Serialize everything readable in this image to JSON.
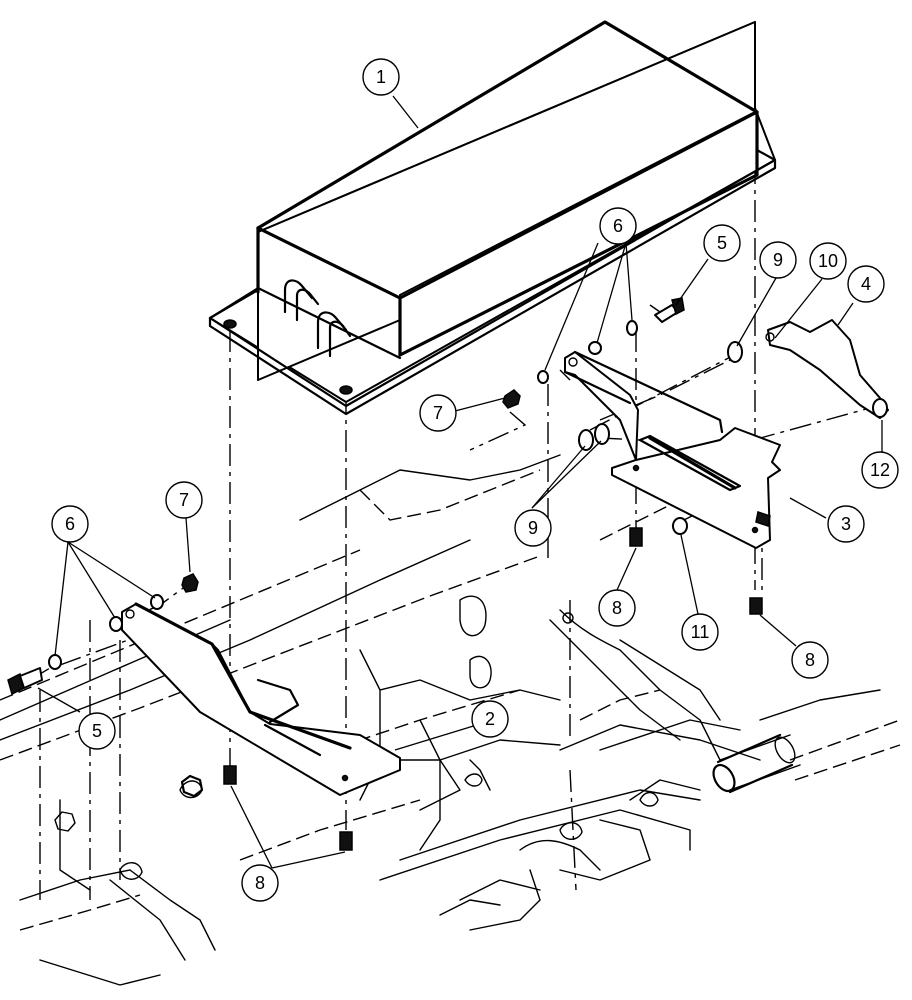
{
  "callouts": [
    {
      "id": "c1",
      "label": "1"
    },
    {
      "id": "c2",
      "label": "2"
    },
    {
      "id": "c3",
      "label": "3"
    },
    {
      "id": "c4",
      "label": "4"
    },
    {
      "id": "c5a",
      "label": "5"
    },
    {
      "id": "c5b",
      "label": "5"
    },
    {
      "id": "c6a",
      "label": "6"
    },
    {
      "id": "c6b",
      "label": "6"
    },
    {
      "id": "c7a",
      "label": "7"
    },
    {
      "id": "c7b",
      "label": "7"
    },
    {
      "id": "c8a",
      "label": "8"
    },
    {
      "id": "c8b",
      "label": "8"
    },
    {
      "id": "c8c",
      "label": "8"
    },
    {
      "id": "c9a",
      "label": "9"
    },
    {
      "id": "c9b",
      "label": "9"
    },
    {
      "id": "c10",
      "label": "10"
    },
    {
      "id": "c11",
      "label": "11"
    },
    {
      "id": "c12",
      "label": "12"
    }
  ]
}
